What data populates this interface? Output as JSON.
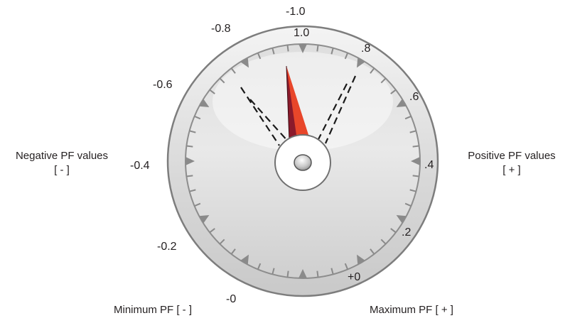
{
  "gauge": {
    "scale_outer": [
      "-1.0",
      "-0.8",
      "-0.6",
      "-0.4",
      "-0.2",
      "-0"
    ],
    "scale_inner": [
      "1.0",
      ".8",
      ".6",
      ".4",
      ".2",
      "+0"
    ]
  },
  "labels": {
    "negative_title": "Negative PF values",
    "negative_sign": "[ - ]",
    "positive_title": "Positive PF values",
    "positive_sign": "[ + ]",
    "minimum": "Minimum PF [ - ]",
    "maximum": "Maximum PF [ + ]"
  },
  "colors": {
    "needle_dark": "#8b1a2b",
    "needle_light": "#e8462a",
    "bezel": "#dcdcdc",
    "tick": "#8a8a8a"
  }
}
